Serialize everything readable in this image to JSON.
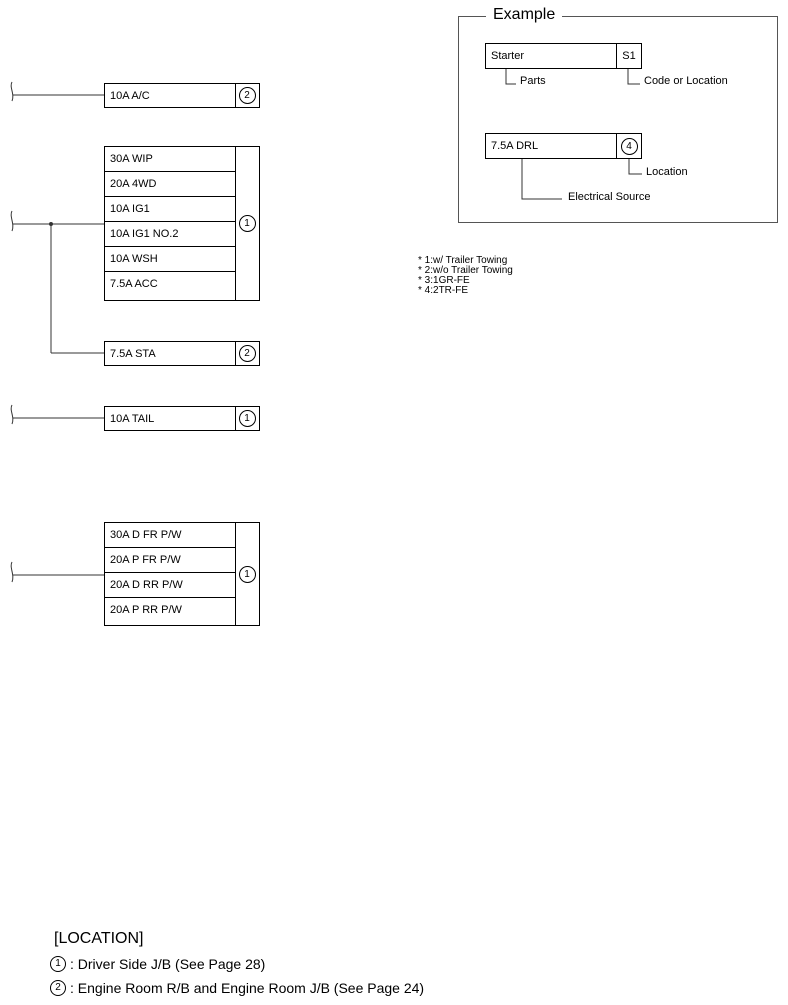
{
  "groups": [
    {
      "fuses": [
        "10A A/C"
      ],
      "location": "2"
    },
    {
      "fuses": [
        "30A WIP",
        "20A 4WD",
        "10A IG1",
        "10A IG1 NO.2",
        "10A WSH",
        "7.5A ACC"
      ],
      "location": "1"
    },
    {
      "fuses": [
        "7.5A STA"
      ],
      "location": "2"
    },
    {
      "fuses": [
        "10A TAIL"
      ],
      "location": "1"
    },
    {
      "fuses": [
        "30A D FR P/W",
        "20A P FR P/W",
        "20A D RR P/W",
        "20A P RR P/W"
      ],
      "location": "1"
    }
  ],
  "example": {
    "title": "Example",
    "parts_box": {
      "label": "Starter",
      "code": "S1"
    },
    "parts_note": "Parts",
    "code_note": "Code or Location",
    "source_box": {
      "label": "7.5A DRL",
      "code": "4"
    },
    "location_note": "Location",
    "source_note": "Electrical Source"
  },
  "notes": [
    "* 1:w/ Trailer Towing",
    "* 2:w/o Trailer Towing",
    "* 3:1GR-FE",
    "* 4:2TR-FE"
  ],
  "legend": {
    "title": "[LOCATION]",
    "items": [
      {
        "num": "1",
        "text": ": Driver Side J/B (See Page 28)"
      },
      {
        "num": "2",
        "text": ": Engine Room R/B and Engine Room J/B (See Page 24)"
      }
    ]
  }
}
